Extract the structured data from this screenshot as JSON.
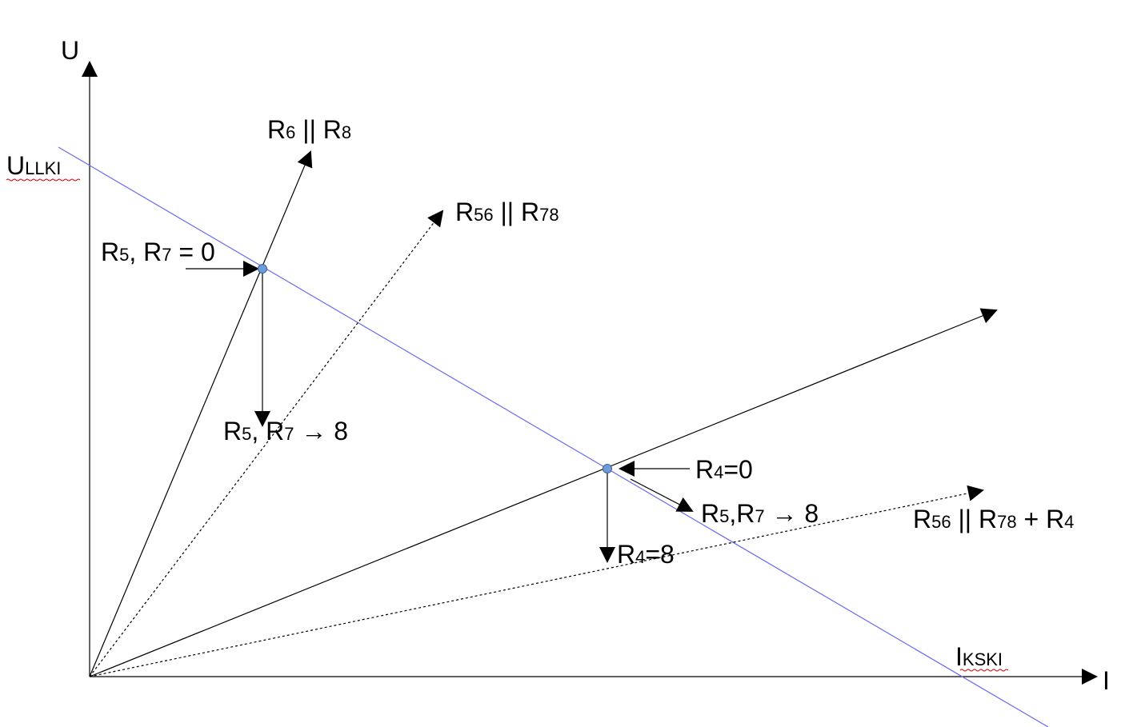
{
  "colors": {
    "load_line": "#6a6af0",
    "ink": "#000000",
    "point_fill": "#6f9bd8",
    "point_stroke": "#3a5f9c"
  },
  "axes": {
    "y_label": "U",
    "x_label": "I"
  },
  "labels": {
    "u_open": {
      "main": "U",
      "sub": "LLKI"
    },
    "i_short": {
      "main": "I",
      "sub": "KSKI"
    },
    "r6_r8": {
      "a": "R",
      "a_sub": "6",
      "mid": " || R",
      "b_sub": "8"
    },
    "r56_r78": {
      "a": "R",
      "a_sub": "56",
      "mid": " || R",
      "b_sub": "78"
    },
    "r5_r7_zero": {
      "a": "R",
      "a_sub": "5",
      "mid": ", R",
      "b_sub": "7",
      "tail": " = 0"
    },
    "r5_r7_inf_1": {
      "a": "R",
      "a_sub": "5",
      "mid": ", R",
      "b_sub": "7",
      "tail": " → 8"
    },
    "r4_zero": {
      "a": "R",
      "a_sub": "4",
      "tail": "=0"
    },
    "r5_r7_inf_2": {
      "a": "R",
      "a_sub": "5",
      "mid": ",R",
      "b_sub": "7",
      "tail": " → 8"
    },
    "r56_r78_r4": {
      "a": "R",
      "a_sub": "56",
      "mid": " || R",
      "b_sub": "78",
      "tail": " + R",
      "c_sub": "4"
    },
    "r4_inf": {
      "a": "R",
      "a_sub": "4",
      "tail": "=8"
    }
  }
}
